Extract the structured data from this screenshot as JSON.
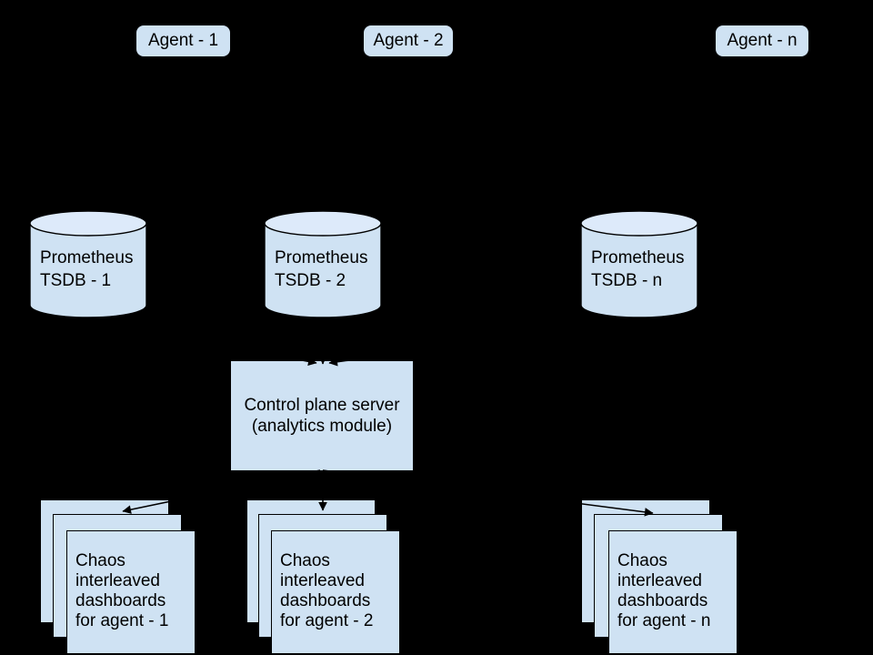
{
  "theme": {
    "background": "#000000",
    "shape_fill": "#cfe2f3",
    "cylinder_top_fill": "#ddeafa",
    "line_color": "#000000",
    "text_color": "#000000"
  },
  "nodes": {
    "agents": [
      {
        "label": "Agent - 1"
      },
      {
        "label": "Agent - 2"
      },
      {
        "label": "Agent - n"
      }
    ],
    "tsdbs": [
      {
        "label": "Prometheus\nTSDB - 1"
      },
      {
        "label": "Prometheus\nTSDB - 2"
      },
      {
        "label": "Prometheus\nTSDB - n"
      }
    ],
    "control_plane": {
      "label": "Control plane server\n(analytics module)"
    },
    "dashboard_stacks": [
      {
        "label": "Chaos\ninterleaved\ndashboards\nfor agent - 1"
      },
      {
        "label": "Chaos\ninterleaved\ndashboards\nfor agent - 2"
      },
      {
        "label": "Chaos\ninterleaved\ndashboards\nfor agent - n"
      }
    ]
  },
  "edges": [
    {
      "from": "prometheus-tsdb-1",
      "to": "control-plane-server"
    },
    {
      "from": "prometheus-tsdb-2",
      "to": "control-plane-server"
    },
    {
      "from": "prometheus-tsdb-n",
      "to": "control-plane-server"
    },
    {
      "from": "control-plane-server",
      "to": "dashboards-agent-1"
    },
    {
      "from": "control-plane-server",
      "to": "dashboards-agent-2"
    },
    {
      "from": "control-plane-server",
      "to": "dashboards-agent-n"
    }
  ]
}
